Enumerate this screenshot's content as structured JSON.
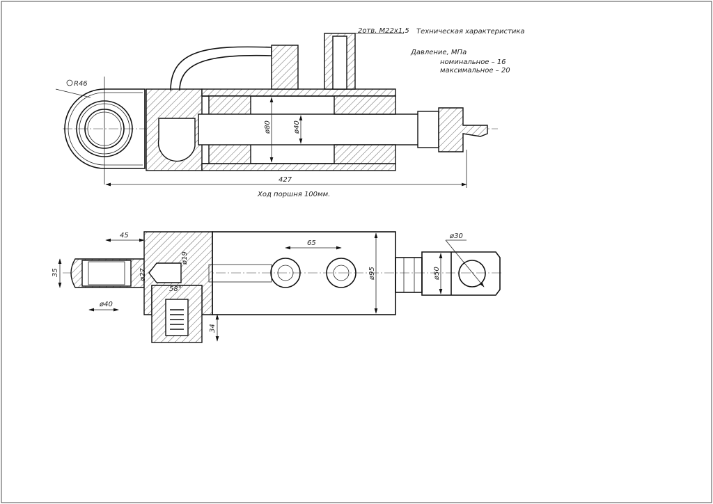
{
  "notes": {
    "thread": "2отв. М22x1,5",
    "spec_title": "Техническая характеристика",
    "pressure_label": "Давление, МПа",
    "nominal": "номинальное  –  16",
    "maximum": "максимальное – 20"
  },
  "top_view": {
    "radius": "R46",
    "bore_diameter": "ø80",
    "rod_diameter": "ø40",
    "overall_length": "427",
    "stroke": "Ход поршня 100мм."
  },
  "bottom_view": {
    "offset": "45",
    "eye_width": "35",
    "eye_diameter": "ø40",
    "port_d1": "ø19",
    "port_d2": "ø27",
    "angle": "58°",
    "valve_height": "34",
    "hole_spacing": "65",
    "body_diameter": "ø95",
    "rod_end_diameter": "ø50",
    "pin_diameter": "ø30"
  }
}
